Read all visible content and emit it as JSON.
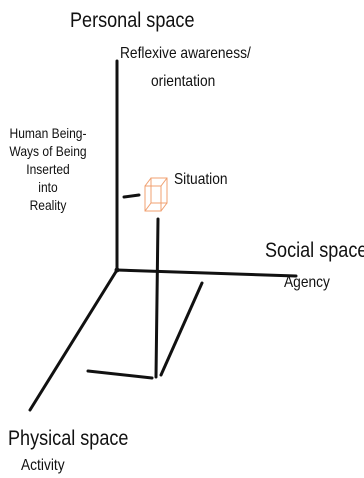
{
  "diagram": {
    "personal_space": {
      "title": "Personal space",
      "subtitle_line1": "Reflexive awareness/",
      "subtitle_line2": "orientation"
    },
    "social_space": {
      "title": "Social space",
      "subtitle": "Agency"
    },
    "physical_space": {
      "title": "Physical space",
      "subtitle": "Activity"
    },
    "human_being": {
      "lines": [
        "Human Being-",
        "Ways of Being",
        "Inserted",
        "into",
        "Reality"
      ]
    },
    "situation": {
      "label": "Situation"
    },
    "colors": {
      "axis": "#111111",
      "situation_box": "#f0a070",
      "background": "#ffffff"
    }
  }
}
